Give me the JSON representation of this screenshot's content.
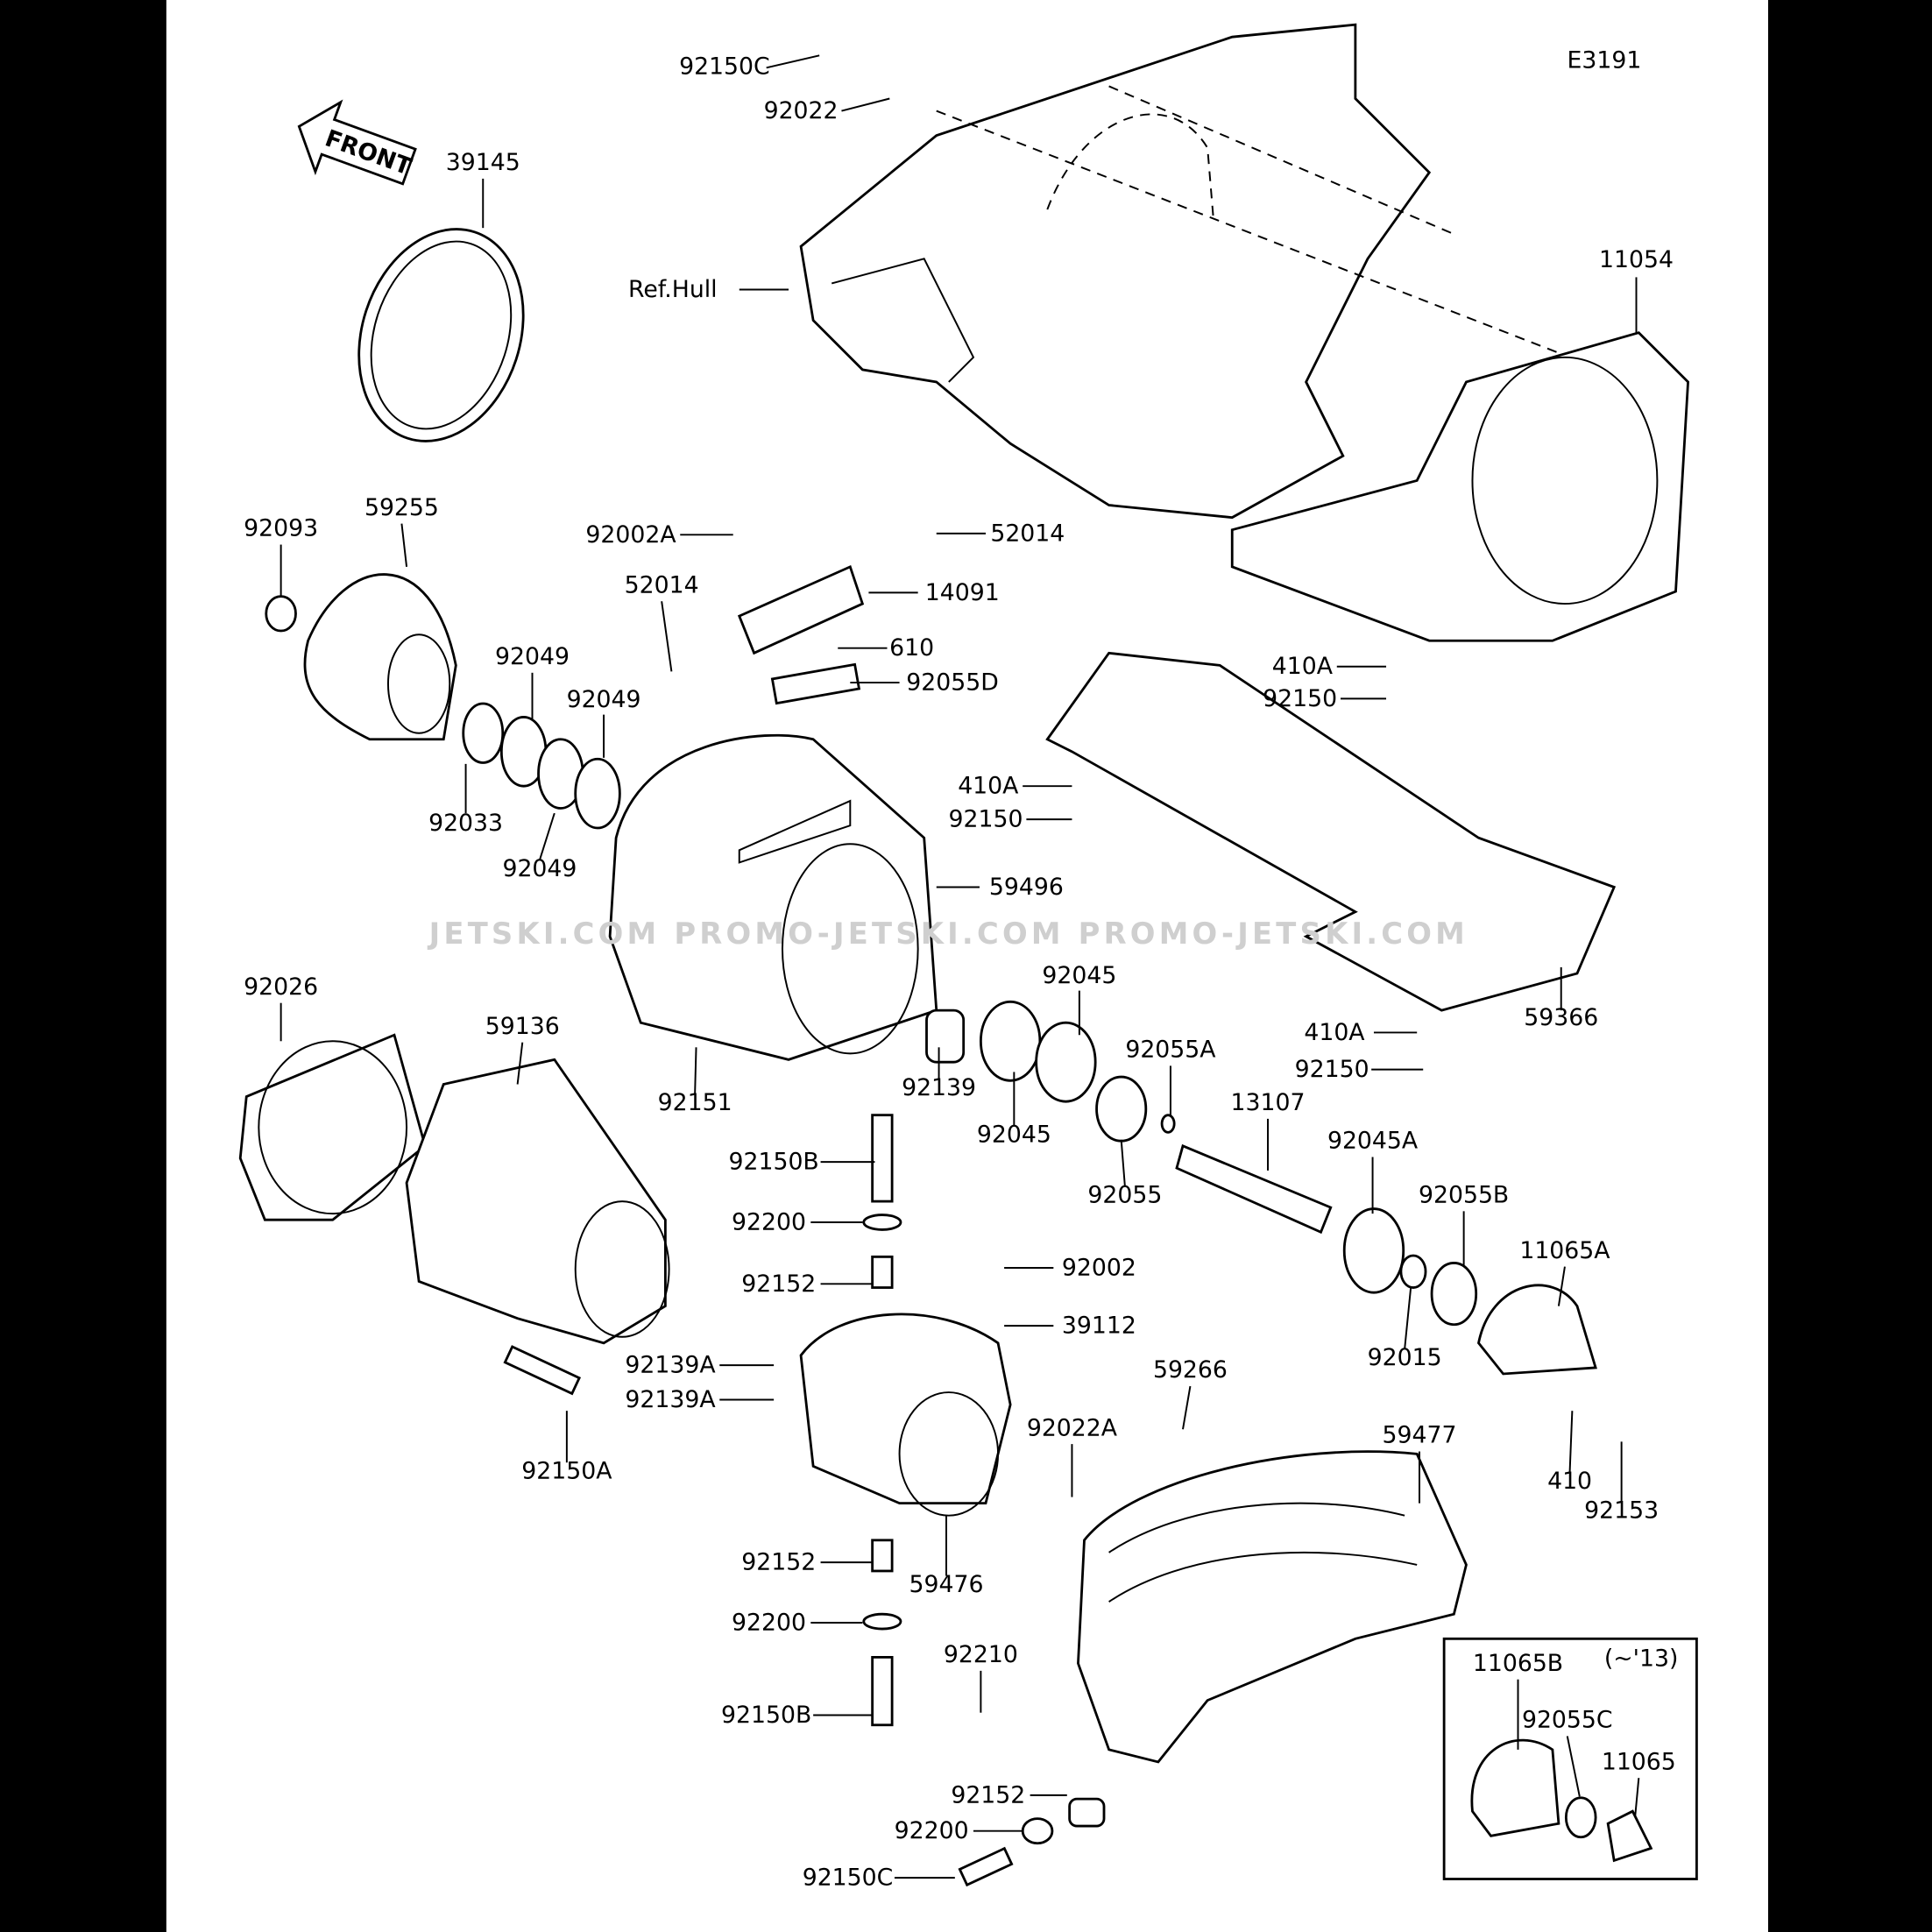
{
  "diagram": {
    "code": "E3191",
    "front_logo": "FRONT",
    "watermark": "JETSKI.COM   PROMO-JETSKI.COM   PROMO-JETSKI.COM",
    "inset_note": "(~'13)",
    "labels": [
      "92150C",
      "92022",
      "39145",
      "Ref.Hull",
      "11054",
      "59255",
      "92093",
      "92002A",
      "52014",
      "52014",
      "14091",
      "610",
      "92049",
      "92049",
      "92055D",
      "410A",
      "92150",
      "92033",
      "410A",
      "92150",
      "92049",
      "59496",
      "92026",
      "59136",
      "92045",
      "410A",
      "59366",
      "92055A",
      "92150",
      "92151",
      "92139",
      "13107",
      "92045",
      "92150B",
      "92045A",
      "92055",
      "92055B",
      "92200",
      "11065A",
      "92002",
      "92152",
      "39112",
      "92015",
      "92139A",
      "92139A",
      "59266",
      "92022A",
      "59477",
      "92150A",
      "410",
      "92153",
      "92152",
      "59476",
      "92200",
      "92210",
      "11065B",
      "92055C",
      "11065",
      "92150B",
      "92152",
      "92200",
      "92150C"
    ]
  }
}
